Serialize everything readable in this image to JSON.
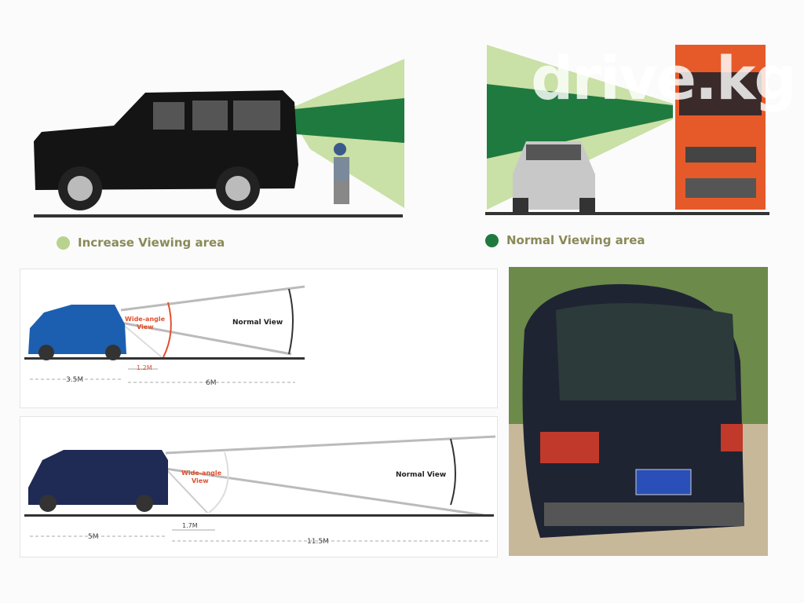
{
  "top_left": {
    "legend": "Increase Viewing area",
    "legend_color": "#b9d38f"
  },
  "top_right": {
    "legend": "Normal Viewing area",
    "legend_color": "#1f7a3f",
    "watermark": "drive.kg"
  },
  "diagram_car": {
    "wide_angle_label_1": "Wide-angle",
    "wide_angle_label_2": "View",
    "normal_view_label": "Normal View",
    "car_length": "3.5M",
    "wide_distance": "1.2M",
    "normal_distance": "6M"
  },
  "diagram_van": {
    "wide_angle_label_1": "Wide-angle",
    "wide_angle_label_2": "View",
    "normal_view_label": "Normal View",
    "van_length": "5M",
    "wide_distance": "1.7M",
    "normal_distance": "11.5M"
  },
  "colors": {
    "light_green": "#b9d38f",
    "dark_green": "#1f7a3f",
    "wide_red": "#e0502e"
  }
}
